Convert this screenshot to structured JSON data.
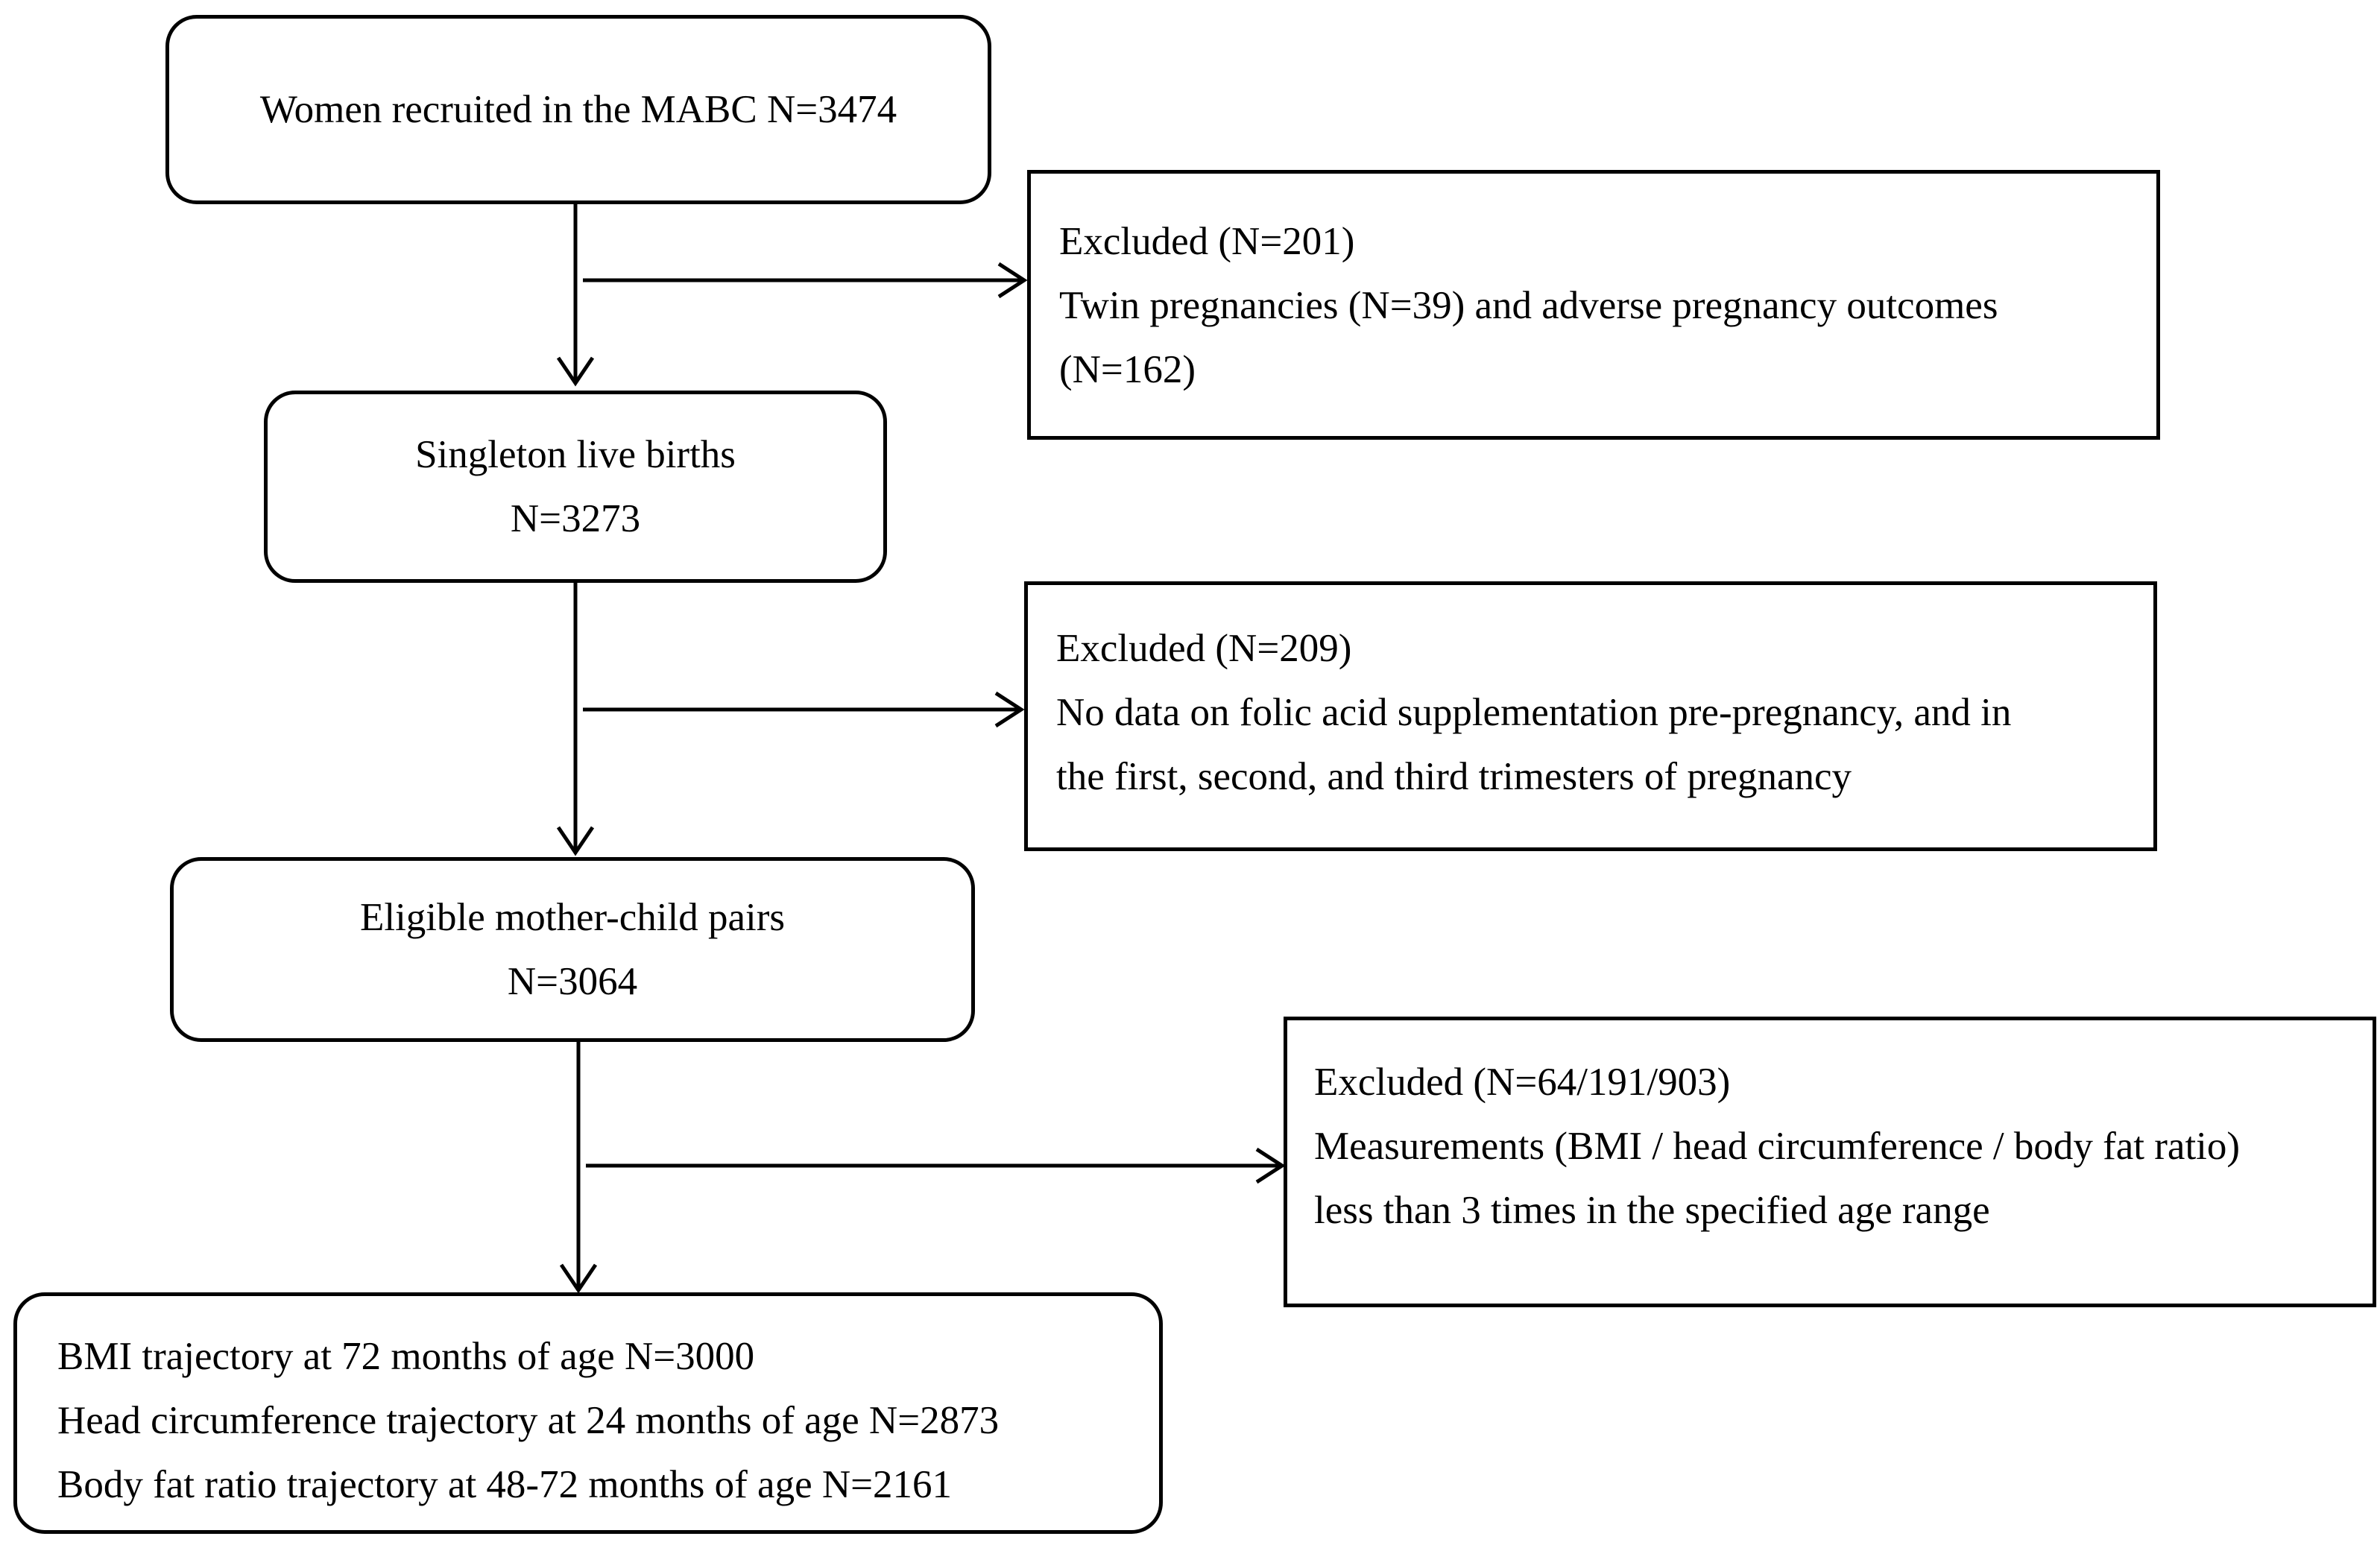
{
  "flowchart": {
    "main_boxes": [
      {
        "id": "recruited",
        "lines": [
          "Women recruited in the MABC N=3474"
        ]
      },
      {
        "id": "singleton",
        "lines": [
          "Singleton live births",
          "N=3273"
        ]
      },
      {
        "id": "eligible",
        "lines": [
          "Eligible mother-child pairs",
          "N=3064"
        ]
      },
      {
        "id": "final",
        "lines": [
          "BMI trajectory at 72 months of age N=3000",
          "Head circumference trajectory at 24 months of age N=2873",
          "Body fat ratio trajectory at 48-72 months of age N=2161"
        ]
      }
    ],
    "exclusion_boxes": [
      {
        "id": "excluded-1",
        "lines": [
          "Excluded (N=201)",
          "Twin pregnancies (N=39) and adverse pregnancy outcomes",
          "(N=162)"
        ]
      },
      {
        "id": "excluded-2",
        "lines": [
          "Excluded (N=209)",
          "No data on folic acid supplementation pre-pregnancy, and in",
          "the first, second, and third trimesters of pregnancy"
        ]
      },
      {
        "id": "excluded-3",
        "lines": [
          "Excluded (N=64/191/903)",
          "Measurements (BMI / head circumference / body fat ratio)",
          "less than 3 times in the specified age range"
        ]
      }
    ],
    "colors": {
      "stroke": "#000000",
      "background": "#ffffff",
      "text": "#000000"
    }
  }
}
